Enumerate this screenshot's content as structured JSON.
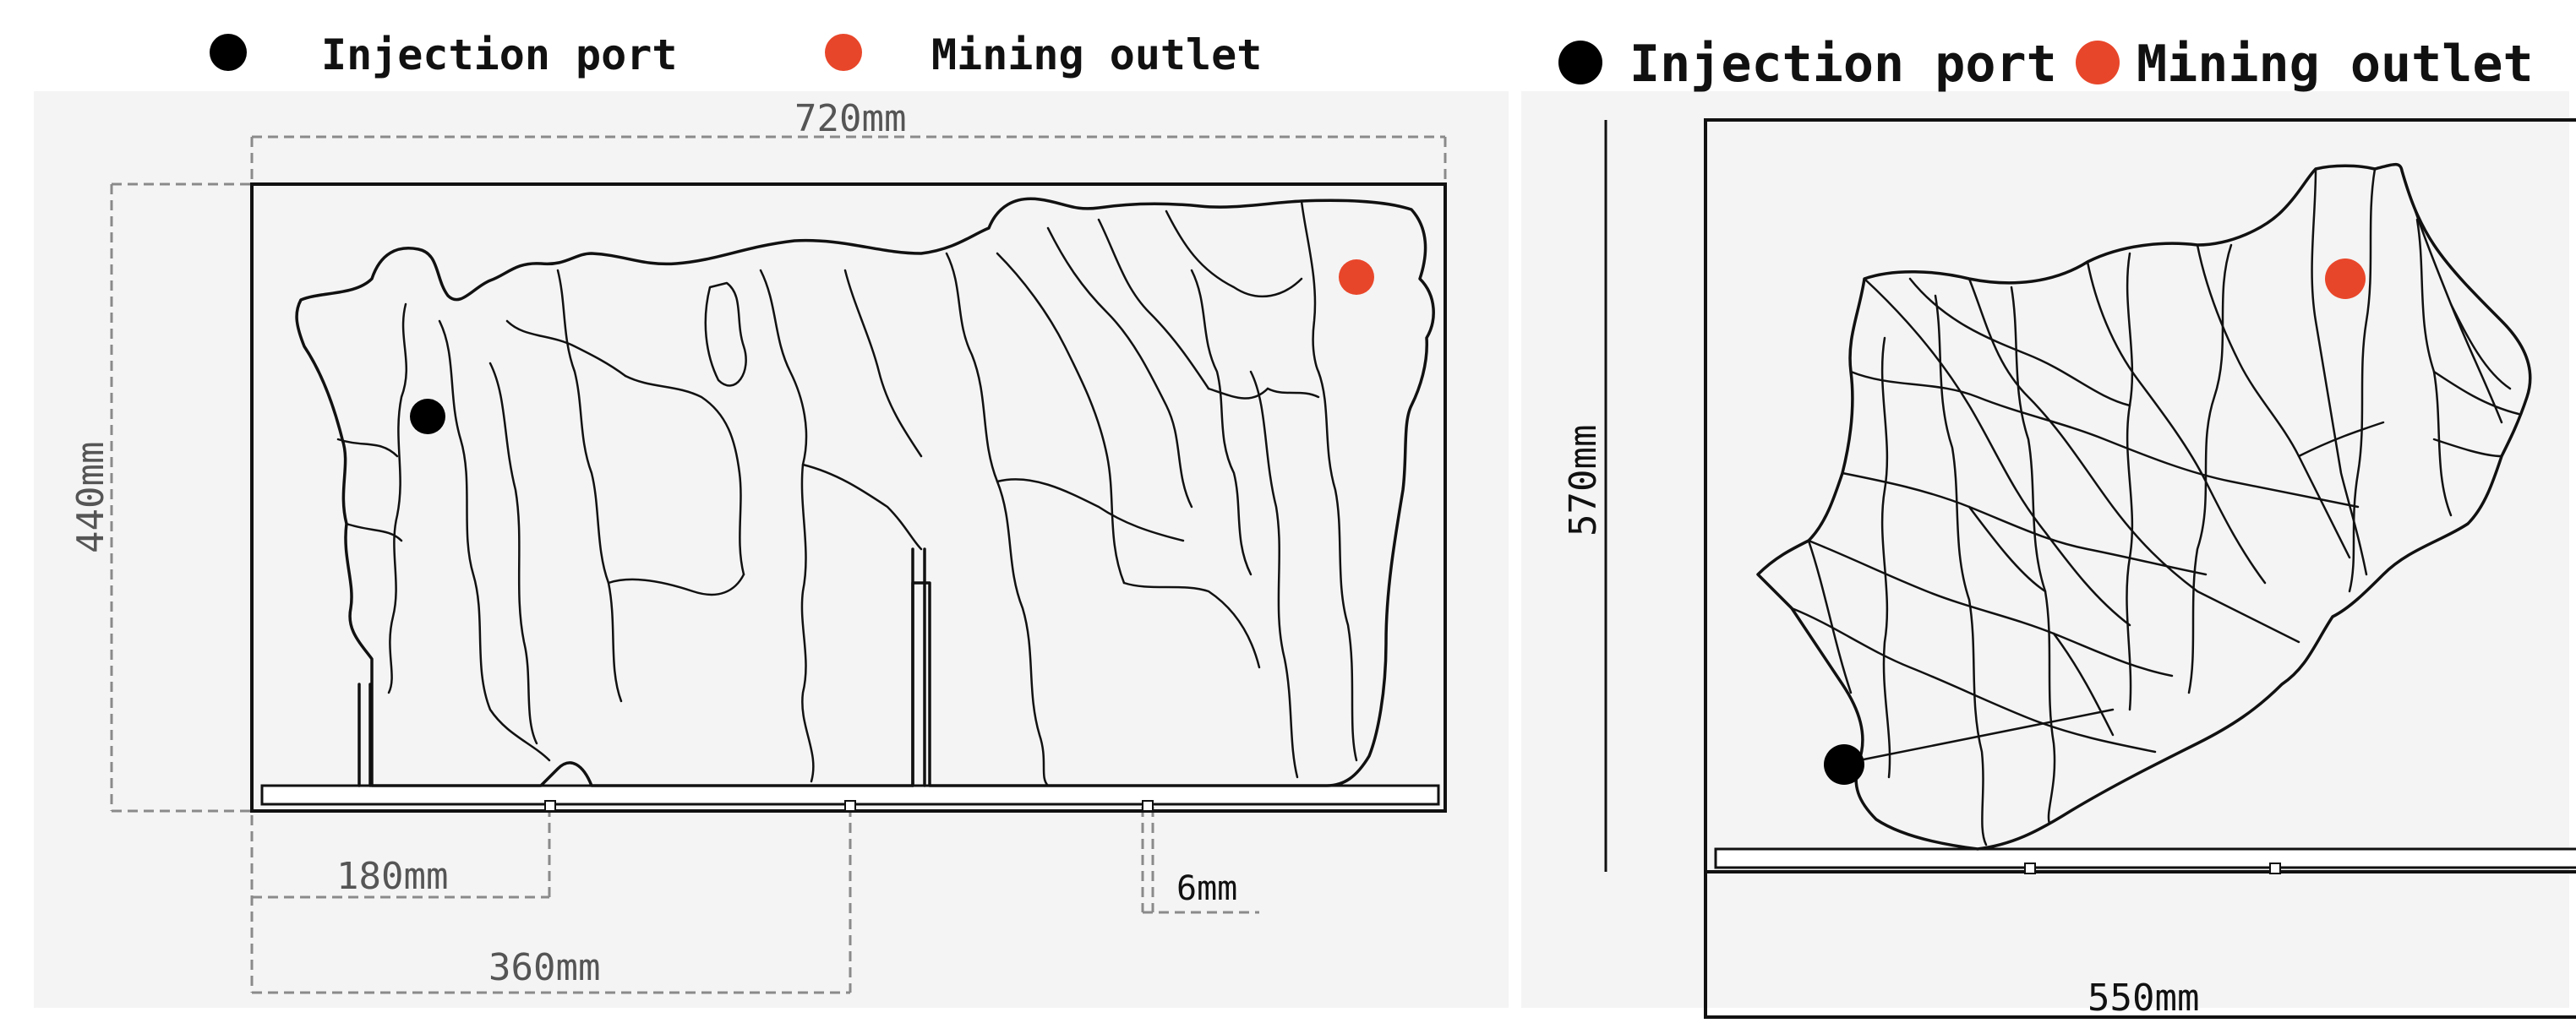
{
  "legend": {
    "injection_label": "Injection port",
    "outlet_label": "Mining outlet",
    "injection_color": "#000000",
    "outlet_color": "#e8462a"
  },
  "left_model": {
    "width_label": "720mm",
    "height_label": "440mm",
    "spacing_180_label": "180mm",
    "spacing_360_label": "360mm",
    "thickness_label": "6mm"
  },
  "right_model": {
    "width_label": "550mm",
    "height_label": "570mm"
  }
}
